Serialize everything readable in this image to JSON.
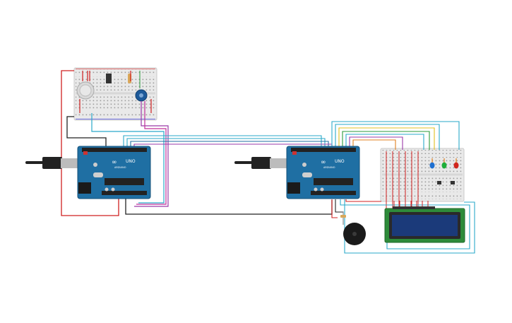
{
  "canvas": {
    "background": "#ffffff"
  },
  "boards": [
    {
      "id": "arduino-left",
      "model_label": "UNO",
      "brand_label": "ARDUINO",
      "color": "#1f6fa3"
    },
    {
      "id": "arduino-right",
      "model_label": "UNO",
      "brand_label": "ARDUINO",
      "color": "#1f6fa3"
    }
  ],
  "components": {
    "lcd": {
      "type": "16x2 LCD",
      "screen_color": "#1b3a7a",
      "pcb_color": "#2e8b3a"
    },
    "buzzer": {
      "type": "piezo buzzer"
    },
    "leds": [
      {
        "name": "led-blue",
        "color": "#1e6fd0"
      },
      {
        "name": "led-green",
        "color": "#1fae3a"
      },
      {
        "name": "led-red",
        "color": "#d0261e"
      }
    ],
    "sensors": [
      {
        "name": "gas-sensor"
      },
      {
        "name": "potentiometer"
      },
      {
        "name": "tilt-switch"
      }
    ]
  },
  "wire_colors": {
    "red": "#d02020",
    "black": "#222222",
    "cyan": "#2aa9c9",
    "purple": "#9a3aa8",
    "magenta": "#c0309a",
    "yellow": "#e0c020",
    "green": "#2a9a3a",
    "orange": "#e08020"
  }
}
